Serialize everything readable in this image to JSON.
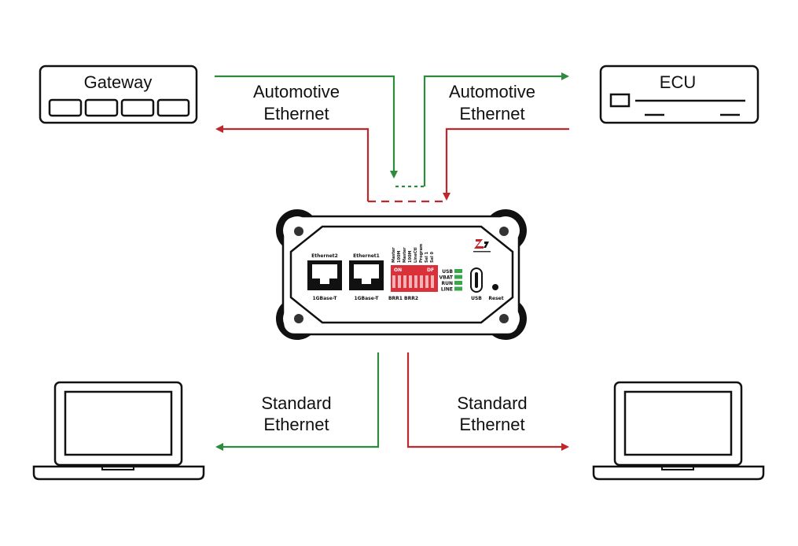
{
  "colors": {
    "green": "#2e8b3e",
    "red": "#c0272d",
    "dip": "#d9303a",
    "led": "#3aa64a"
  },
  "gateway": {
    "label": "Gateway"
  },
  "ecu": {
    "label": "ECU"
  },
  "links": {
    "left_top": [
      "Automotive",
      "Ethernet"
    ],
    "right_top": [
      "Automotive",
      "Ethernet"
    ],
    "left_bottom": [
      "Standard",
      "Ethernet"
    ],
    "right_bottom": [
      "Standard",
      "Ethernet"
    ]
  },
  "device": {
    "port1": {
      "name": "Ethernet2",
      "speed": "1GBase-T"
    },
    "port2": {
      "name": "Ethernet1",
      "speed": "1GBase-T"
    },
    "dip_labels": [
      "Master",
      "100M",
      "Master",
      "100M",
      "LineCtl",
      "Program",
      "Sel 1",
      "Sel 0"
    ],
    "dip_on": "ON",
    "dip_off": "DF",
    "dip_groups": "BRR1 BRR2",
    "leds": [
      "USB",
      "VBAT",
      "RUN",
      "LINE"
    ],
    "usb_label": "USB",
    "reset_label": "Reset"
  }
}
